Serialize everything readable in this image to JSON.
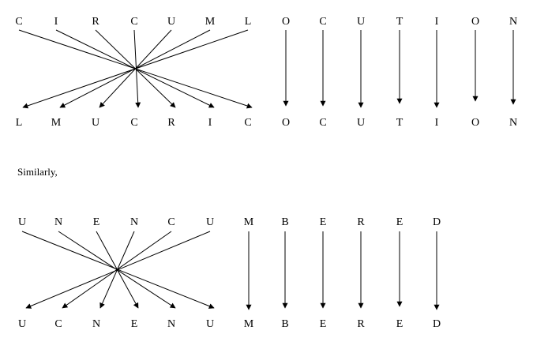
{
  "diagrams": [
    {
      "top_letters": [
        "C",
        "I",
        "R",
        "C",
        "U",
        "M",
        "L",
        "O",
        "C",
        "U",
        "T",
        "I",
        "O",
        "N"
      ],
      "bottom_letters": [
        "L",
        "M",
        "U",
        "C",
        "R",
        "I",
        "C",
        "O",
        "C",
        "U",
        "T",
        "I",
        "O",
        "N"
      ],
      "reversed_count": 7
    },
    {
      "top_letters": [
        "U",
        "N",
        "E",
        "N",
        "C",
        "U",
        "M",
        "B",
        "E",
        "R",
        "E",
        "D"
      ],
      "bottom_letters": [
        "U",
        "C",
        "N",
        "E",
        "N",
        "U",
        "M",
        "B",
        "E",
        "R",
        "E",
        "D"
      ],
      "reversed_count": 6
    }
  ],
  "transition_text": "Similarly,",
  "colors": {
    "ink": "#000000",
    "background": "#ffffff"
  }
}
